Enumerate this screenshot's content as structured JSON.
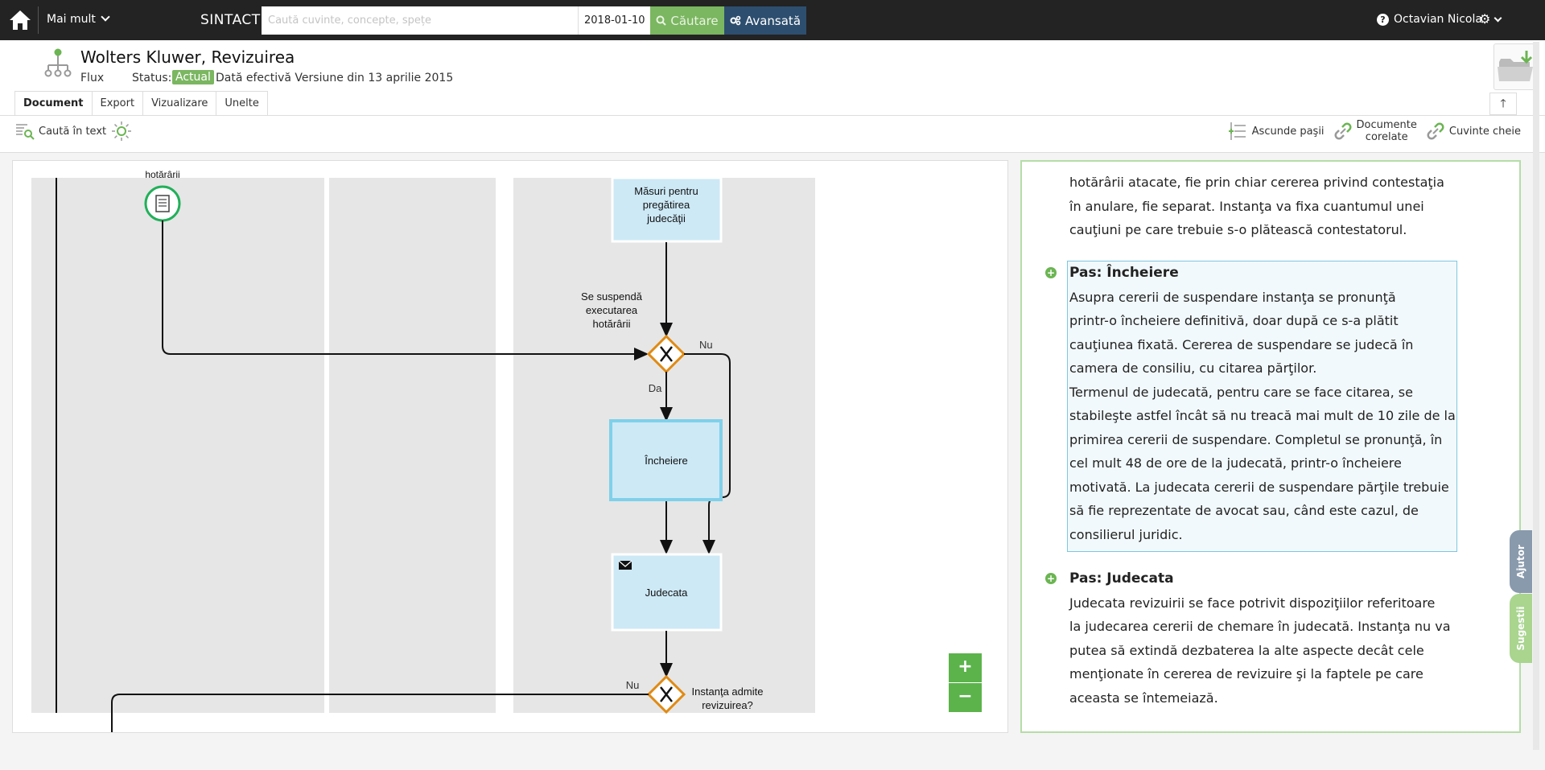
{
  "topbar": {
    "more_label": "Mai mult",
    "brand": "SINTACT",
    "search_placeholder": "Caută cuvinte, concepte, spețe",
    "date_value": "2018-01-10",
    "search_button": "Căutare",
    "advanced_button": "Avansată",
    "user_name": "Octavian Nicola"
  },
  "doc": {
    "title": "Wolters Kluwer, Revizuirea",
    "type": "Flux",
    "status_label": "Status:",
    "status_value": "Actual",
    "status_desc": "Dată efectivă Versiune din 13 aprilie 2015"
  },
  "tabs": [
    "Document",
    "Export",
    "Vizualizare",
    "Unelte"
  ],
  "toolbar": {
    "search_in_text": "Caută în text",
    "hide_steps": "Ascunde paşii",
    "related_docs_1": "Documente",
    "related_docs_2": "corelate",
    "keywords": "Cuvinte cheie"
  },
  "diagram": {
    "top_label": "hotărârii",
    "task_measures_1": "Măsuri pentru",
    "task_measures_2": "pregătirea",
    "task_measures_3": "judecăţii",
    "question1_1": "Se suspendă",
    "question1_2": "executarea",
    "question1_3": "hotărârii",
    "no_label": "Nu",
    "yes_label": "Da",
    "task_conclusion": "Încheiere",
    "task_judgement": "Judecata",
    "no_label2": "Nu",
    "question2_1": "Instanţa admite",
    "question2_2": "revizuirea?",
    "zoom_in": "+",
    "zoom_out": "−"
  },
  "text": {
    "intro_1": "hotărârii atacate, fie prin chiar cererea privind contestaţia",
    "intro_2": "în anulare, fie separat. Instanţa va fixa cuantumul unei",
    "intro_3": "cauţiuni pe care trebuie s-o plătească contestatorul.",
    "step1_heading": "Pas: Încheiere",
    "step1_lines": [
      "Asupra cererii de suspendare instanţa se pronunţă",
      "printr-o încheiere definitivă, doar după ce s-a plătit",
      "cauţiunea fixată. Cererea de suspendare se judecă în",
      "camera de consiliu, cu citarea părţilor.",
      "Termenul de judecată, pentru care se face citarea, se",
      "stabileşte astfel încât să nu treacă mai mult de 10 zile de la",
      "primirea cererii de suspendare. Completul se pronunţă, în",
      "cel mult 48 de ore de la judecată, printr-o încheiere",
      "motivată. La judecata cererii de suspendare părţile trebuie",
      "să fie reprezentate de avocat sau, când este cazul, de",
      "consilierul juridic."
    ],
    "step2_heading": "Pas: Judecata",
    "step2_lines": [
      "Judecata  revizuirii  se face potrivit dispoziţiilor referitoare",
      "la judecarea cererii de chemare în judecată. Instanţa nu va",
      "putea să extindă dezbaterea la alte aspecte decât cele",
      "menţionate în cererea de  revizuire  şi la faptele pe care",
      "aceasta se întemeiază."
    ]
  },
  "side_tabs": {
    "help": "Ajutor",
    "suggestions": "Sugestii"
  },
  "colors": {
    "accent_green": "#7bb661",
    "nav_dark": "#232323",
    "advanced_blue": "#2d4e6e",
    "task_fill": "#cde9f6",
    "gateway_orange": "#e08a12"
  }
}
